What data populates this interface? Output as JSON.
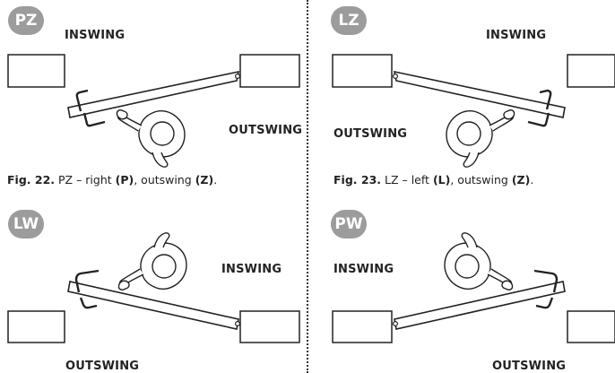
{
  "panels": [
    {
      "badge": "PZ",
      "label_top": "INSWING",
      "label_side": "OUTSWING",
      "caption": {
        "fig": "Fig. 22.",
        "text_a": " PZ – right ",
        "hand": "(P)",
        "text_b": ", outswing ",
        "swing": "(Z)",
        "end": "."
      }
    },
    {
      "badge": "LZ",
      "label_top": "INSWING",
      "label_side": "OUTSWING",
      "caption": {
        "fig": "Fig. 23.",
        "text_a": " LZ – left ",
        "hand": "(L)",
        "text_b": ", outswing ",
        "swing": "(Z)",
        "end": "."
      }
    },
    {
      "badge": "LW",
      "label_side": "INSWING",
      "label_bottom": "OUTSWING"
    },
    {
      "badge": "PW",
      "label_side": "INSWING",
      "label_bottom": "OUTSWING"
    }
  ]
}
